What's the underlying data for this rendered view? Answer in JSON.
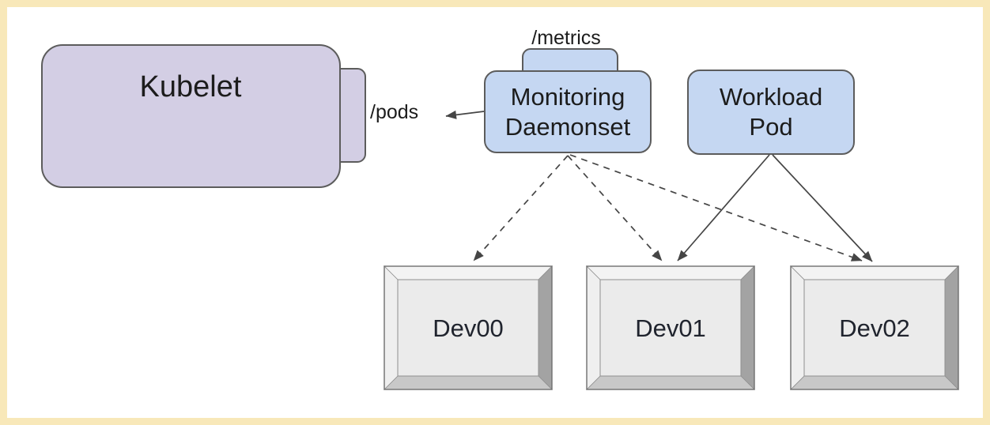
{
  "diagram": {
    "type": "architecture-diagram",
    "nodes": {
      "kubelet": {
        "label": "Kubelet"
      },
      "monitoring_daemonset": {
        "line1": "Monitoring",
        "line2": "Daemonset"
      },
      "workload_pod": {
        "line1": "Workload",
        "line2": "Pod"
      },
      "devices": [
        {
          "label": "Dev00"
        },
        {
          "label": "Dev01"
        },
        {
          "label": "Dev02"
        }
      ]
    },
    "annotations": {
      "metrics_endpoint": "/metrics",
      "pods_endpoint": "/pods"
    },
    "edges": [
      {
        "from": "monitoring_daemonset",
        "to": "kubelet",
        "via_label": "/pods",
        "style": "solid-arrow"
      },
      {
        "from": "monitoring_daemonset",
        "to": "Dev00",
        "style": "dashed-arrow"
      },
      {
        "from": "monitoring_daemonset",
        "to": "Dev01",
        "style": "dashed-arrow"
      },
      {
        "from": "monitoring_daemonset",
        "to": "Dev02",
        "style": "dashed-arrow"
      },
      {
        "from": "workload_pod",
        "to": "Dev01",
        "style": "solid-arrow"
      },
      {
        "from": "workload_pod",
        "to": "Dev02",
        "style": "solid-arrow"
      }
    ]
  },
  "colors": {
    "frame_color": "#F8E8B9",
    "canvas_color": "#FFFFFF",
    "purple_fill": "#D3CEE4",
    "blue_fill": "#C5D7F2",
    "box_stroke": "#5C5C5C",
    "arrow_color": "#454545",
    "text_color": "#1C1C1C",
    "dev_text_color": "#20242E",
    "dev_top": "#F3F3F3",
    "dev_left": "#EFEFEF",
    "dev_right": "#A3A3A3",
    "dev_bottom": "#C8C8C8",
    "dev_face": "#EBEBEB",
    "dev_seam": "#8F8F8F",
    "dev_stroke": "#6E6E6E"
  }
}
